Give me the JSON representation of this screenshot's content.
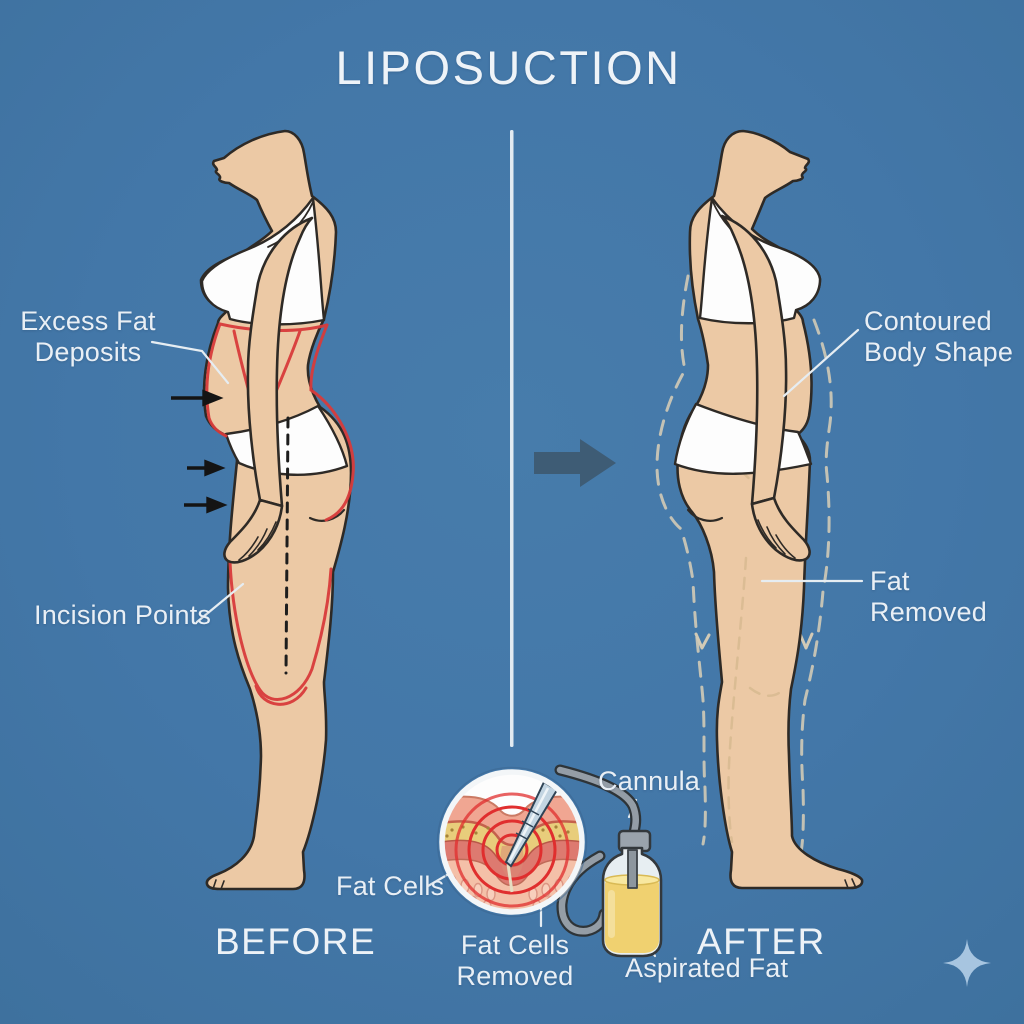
{
  "title": "LIPOSUCTION",
  "panels": {
    "before": {
      "caption": "BEFORE",
      "labels": {
        "excess_fat": "Excess Fat\nDeposits",
        "incision_points": "Incision Points"
      }
    },
    "after": {
      "caption": "AFTER",
      "labels": {
        "contoured_body": "Contoured\nBody Shape",
        "fat_removed": "Fat Removed"
      }
    }
  },
  "inset": {
    "labels": {
      "cannula": "Cannula",
      "fat_cells": "Fat Cells",
      "fat_cells_removed": "Fat Cells\nRemoved",
      "aspirated_fat": "Aspirated Fat"
    }
  },
  "colors": {
    "background": "#4377a8",
    "text": "#e9eff5",
    "marking_red": "#d83b3b",
    "skin": "#ecc9a5",
    "underwear_white": "#fdfdfd",
    "transform_arrow": "#3d5971",
    "aspirated_fat_yellow": "#f0d170",
    "sparkle_blue": "#a7c5e0"
  }
}
